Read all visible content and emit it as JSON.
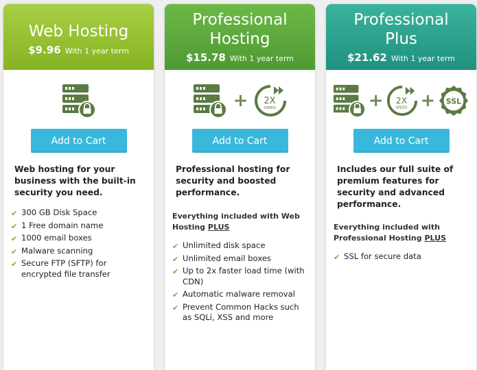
{
  "plans": [
    {
      "title_lines": [
        "Web Hosting"
      ],
      "price": "$9.96",
      "term": "With 1 year term",
      "button": "Add to Cart",
      "description": "Web hosting for your business with the built-in security you need.",
      "included_prefix": "",
      "included_plus": "",
      "features": [
        "300 GB Disk Space",
        "1 Free domain name",
        "1000 email boxes",
        "Malware scanning",
        "Secure FTP (SFTP) for encrypted file transfer"
      ],
      "icons": [
        "server-lock-icon"
      ]
    },
    {
      "title_lines": [
        "Professional",
        "Hosting"
      ],
      "price": "$15.78",
      "term": "With 1 year term",
      "button": "Add to Cart",
      "description": "Professional hosting for security and boosted performance.",
      "included_prefix": "Everything included with Web Hosting",
      "included_plus": "PLUS",
      "features": [
        "Unlimited disk space",
        "Unlimited email boxes",
        "Up to 2x faster load time (with CDN)",
        "Automatic malware removal",
        "Prevent Common Hacks such as SQLi, XSS and more"
      ],
      "icons": [
        "server-lock-icon",
        "2x-speed-icon"
      ]
    },
    {
      "title_lines": [
        "Professional",
        "Plus"
      ],
      "price": "$21.62",
      "term": "With 1 year term",
      "button": "Add to Cart",
      "description": "Includes our full suite of premium features for security and advanced performance.",
      "included_prefix": "Everything included with Professional Hosting",
      "included_plus": "PLUS",
      "features": [
        "SSL for secure data"
      ],
      "icons": [
        "server-lock-icon",
        "2x-speed-icon",
        "ssl-badge-icon"
      ]
    }
  ],
  "icon_text": {
    "speed_big": "2X",
    "speed_small": "SPEED",
    "ssl": "SSL",
    "plus_sign": "+"
  },
  "colors": {
    "web_hosting_header": "#96c133",
    "professional_header": "#5eaa3c",
    "professional_plus_header": "#2ba38e",
    "button": "#3ab8db",
    "icon": "#5b7a45",
    "checkmark": "#7caa35"
  }
}
